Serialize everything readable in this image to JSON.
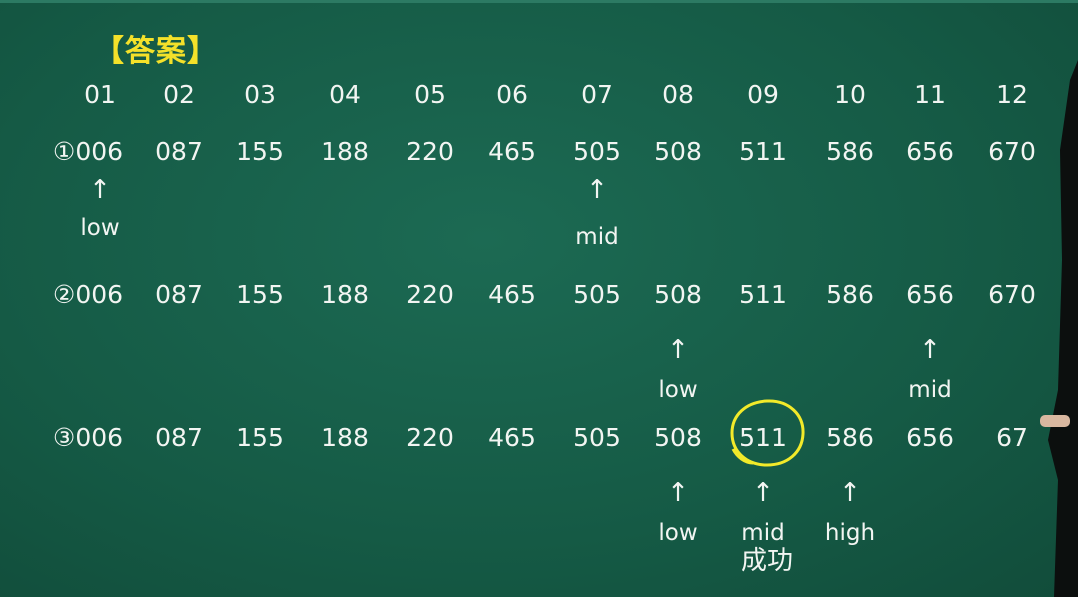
{
  "title": "【答案】",
  "indices": [
    "01",
    "02",
    "03",
    "04",
    "05",
    "06",
    "07",
    "08",
    "09",
    "10",
    "11",
    "12"
  ],
  "rows": [
    {
      "marker": "①",
      "values": [
        "006",
        "087",
        "155",
        "188",
        "220",
        "465",
        "505",
        "508",
        "511",
        "586",
        "656",
        "670"
      ],
      "pointers": [
        {
          "col": 0,
          "label": "low"
        },
        {
          "col": 6,
          "label": "mid"
        }
      ]
    },
    {
      "marker": "②",
      "values": [
        "006",
        "087",
        "155",
        "188",
        "220",
        "465",
        "505",
        "508",
        "511",
        "586",
        "656",
        "670"
      ],
      "pointers": [
        {
          "col": 7,
          "label": "low"
        },
        {
          "col": 10,
          "label": "mid"
        }
      ]
    },
    {
      "marker": "③",
      "values": [
        "006",
        "087",
        "155",
        "188",
        "220",
        "465",
        "505",
        "508",
        "511",
        "586",
        "656",
        "67"
      ],
      "pointers": [
        {
          "col": 7,
          "label": "low"
        },
        {
          "col": 8,
          "label": "mid"
        },
        {
          "col": 9,
          "label": "high"
        }
      ]
    }
  ],
  "arrow_glyph": "↑",
  "result": "成功",
  "highlight": {
    "row": 2,
    "col": 8,
    "color": "#f2ea2a"
  }
}
